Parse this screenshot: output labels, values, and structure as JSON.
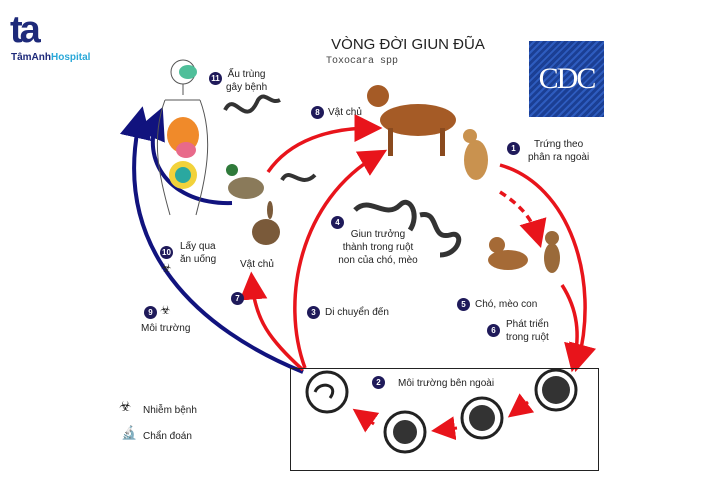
{
  "logo": {
    "mark": "ta",
    "name_part1": "TâmAnh",
    "name_part2": "Hospital"
  },
  "title": "VÒNG ĐỜI GIUN ĐŨA",
  "subtitle": "Toxocara spp",
  "cdc_logo": "CDC",
  "steps": [
    {
      "n": "1",
      "text": "Trứng theo\nphân ra ngoài"
    },
    {
      "n": "2",
      "text": "Môi trường bên ngoài"
    },
    {
      "n": "3",
      "text": "Di chuyển đến"
    },
    {
      "n": "4",
      "text": "Giun trưởng\nthành trong ruột\nnon của chó, mèo"
    },
    {
      "n": "5",
      "text": "Chó, mèo con"
    },
    {
      "n": "6",
      "text": "Phát triển\ntrong ruột"
    },
    {
      "n": "7",
      "text": ""
    },
    {
      "n": "8",
      "text": "Vật chủ"
    },
    {
      "n": "9",
      "text": "Môi trường"
    },
    {
      "n": "10",
      "text": "Lấy qua\năn uống"
    },
    {
      "n": "11",
      "text": "Ấu trùng\ngây bệnh"
    }
  ],
  "host_label": "Vật chủ",
  "legend": {
    "infective": "Nhiễm bệnh",
    "diagnostic": "Chẩn đoán"
  },
  "colors": {
    "red": "#e8141b",
    "blue": "#11137e",
    "navy": "#1f1a5a"
  }
}
